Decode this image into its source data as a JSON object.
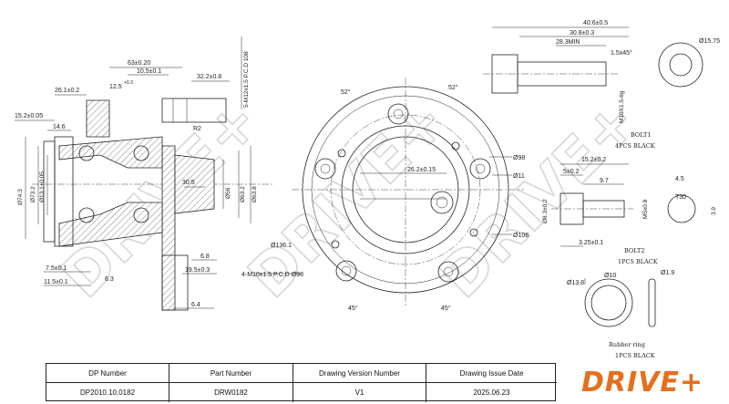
{
  "watermark": "DRIVE+",
  "brand_color": "#e4701e",
  "dimensions": {
    "d63": "63±0.20",
    "d10_5": "10.5±0.1",
    "d12_5": "12.5",
    "d12_5_tol": "+0.3",
    "d32_2": "32.2±0.8",
    "d26_1": "26.1±0.2",
    "d15_2a": "15.2±0.05",
    "d14_6": "14.6",
    "d30_5": "30.5",
    "r2": "R2",
    "thread_m12": "5-M12x1.5 P.C.D 108",
    "d74_3": "Ø74.3",
    "d73_2": "Ø73.2",
    "d13_1": "Ø13.1±0.05",
    "d56": "Ø56",
    "d63_2": "Ø63.2",
    "d63_8": "Ø63.8",
    "d6_8": "6.8",
    "d19_5": "19.5±0.3",
    "d7_5": "7.5±0.1",
    "d11_5": "11.5±0.1",
    "d6_3": "6.3",
    "d6_4": "6.4",
    "angle52a": "52°",
    "angle52b": "52°",
    "angle45a": "45°",
    "angle45b": "45°",
    "d26_2": "26.2±0.15",
    "d98": "Ø98",
    "d11": "Ø11",
    "d108": "Ø108",
    "d136_1": "Ø136.1",
    "thread_m10": "4-M10x1.5 P.C.D Ø98",
    "bolt1_l": "40.6±0.5",
    "bolt1_l2": "30.8±0.3",
    "bolt1_min": "28.3MIN",
    "bolt1_chamfer": "1.5x45°",
    "bolt1_thread": "M10X1.5-6g",
    "bolt1_head": "Ø15.75",
    "bolt2_l": "15.2±0.2",
    "bolt2_5": "5±0.2",
    "bolt2_9_7": "9.7",
    "bolt2_d": "Ø8.3±0.2",
    "bolt2_thread": "M5x0.8",
    "bolt2_325": "3.25±0.1",
    "bolt2_4_5": "4.5",
    "bolt2_3_9": "3.9",
    "bolt2_torx": "T30",
    "ring_13_8": "Ø13.8",
    "ring_10": "Ø10",
    "ring_1_9": "Ø1.9"
  },
  "notes": {
    "bolt1_name": "BOLT1",
    "bolt1_qty": "4PCS  BLACK",
    "bolt2_name": "BOLT2",
    "bolt2_qty": "1PCS  BLACK",
    "ring_name": "Rubber ring",
    "ring_qty": "1PCS  BLACK"
  },
  "title_block": {
    "h_dp": "DP Number",
    "h_part": "Part Number",
    "h_ver": "Drawing Version Number",
    "h_date": "Drawing Issue Date",
    "v_dp": "DP2010.10.0182",
    "v_part": "DRW0182",
    "v_ver": "V1",
    "v_date": "2025.06.23"
  },
  "logo": "DRIVE+"
}
